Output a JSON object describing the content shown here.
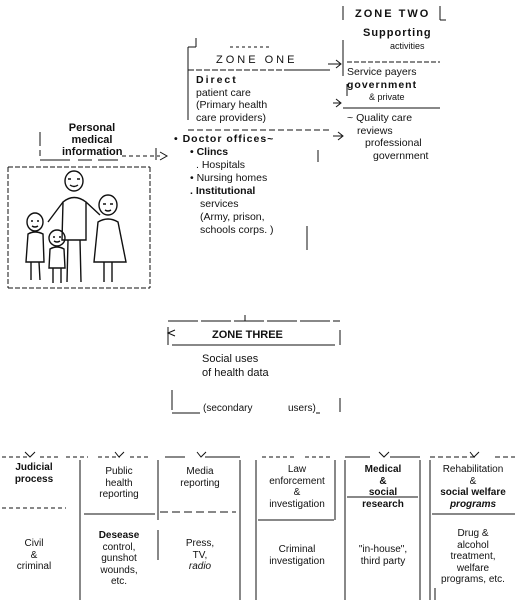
{
  "personal": {
    "line1": "Personal",
    "line2": "medical",
    "line3": "information"
  },
  "zone_one": {
    "title": "ZONE ONE",
    "direct": "Direct",
    "patient_care": "patient care",
    "primary": "(Primary health",
    "care_providers": "care providers)",
    "doctor": "Doctor offices~",
    "clinics": "Clincs",
    "hospitals": "Hospitals",
    "nursing": "Nursing homes",
    "institutional": "Institutional",
    "services": "services",
    "army": "(Army, prison,",
    "schools": "schools corps. )"
  },
  "zone_two": {
    "title": "ZONE TWO",
    "supporting": "Supporting",
    "activities": "activities",
    "service_payers": "Service payers",
    "government": "government",
    "private": "& private",
    "quality": "Quality care",
    "reviews": "reviews",
    "professional": "professional",
    "government2": "government"
  },
  "zone_three": {
    "title": "ZONE THREE",
    "social_uses": "Social uses",
    "of_health": "of health data",
    "secondary": "(secondary",
    "users": "users)"
  },
  "columns": [
    {
      "head": [
        "Judicial",
        "process"
      ],
      "body": [
        "Civil",
        "&",
        "criminal"
      ]
    },
    {
      "head": [
        "Public",
        "health",
        "reporting"
      ],
      "body": [
        "Desease",
        "control,",
        "gunshot",
        "wounds,",
        "etc."
      ]
    },
    {
      "head": [
        "Media",
        "reporting"
      ],
      "body": [
        "Press,",
        "TV,",
        "radio"
      ]
    },
    {
      "head": [
        "Law",
        "enforcement",
        "&",
        "investigation"
      ],
      "body": [
        "Criminal",
        "investigation"
      ]
    },
    {
      "head": [
        "Medical",
        "&",
        "social",
        "research"
      ],
      "body": [
        "\"in-house\",",
        "third party"
      ]
    },
    {
      "head": [
        "Rehabilitation",
        "&",
        "social welfare",
        "programs"
      ],
      "body": [
        "Drug &",
        "alcohol",
        "treatment,",
        "welfare",
        "programs, etc."
      ]
    }
  ],
  "colors": {
    "ink": "#111111",
    "paper": "#ffffff"
  }
}
